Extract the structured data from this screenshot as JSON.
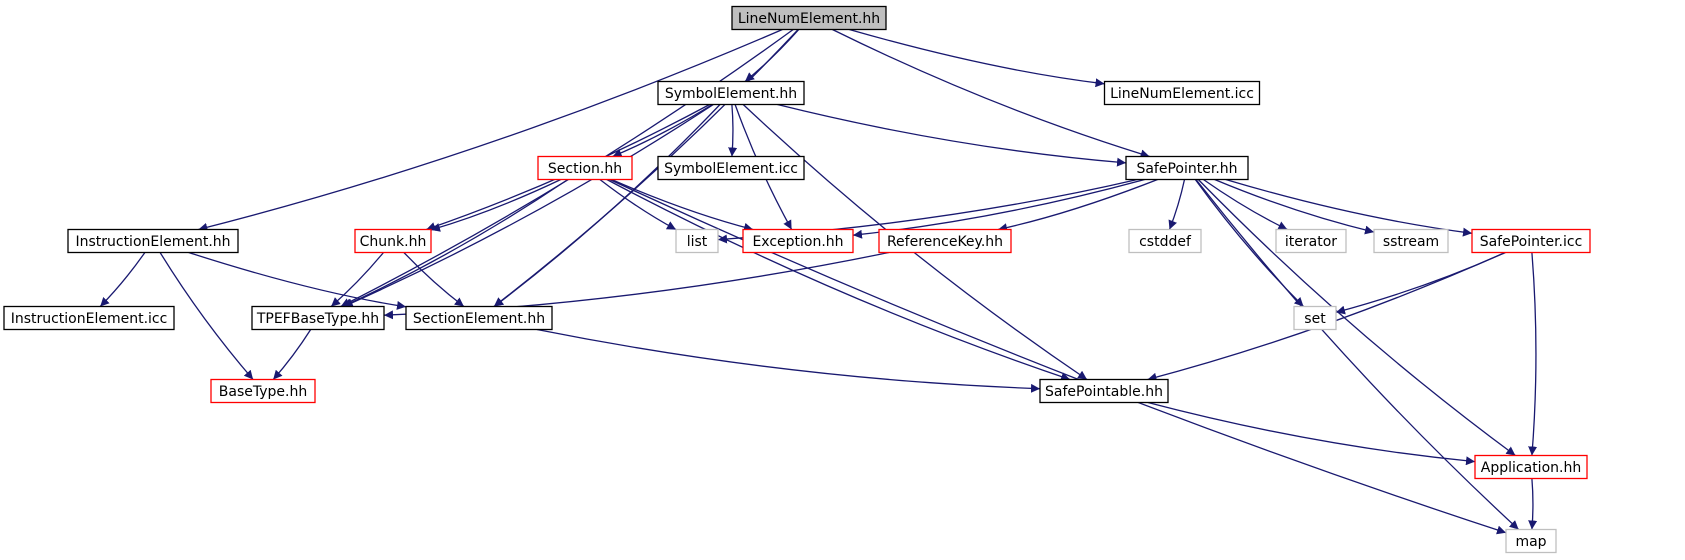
{
  "diagram": {
    "type": "include-dependency-graph",
    "colors": {
      "edge": "#191970",
      "root_fill": "#bfbfbf",
      "root_border": "#000000",
      "default_border": "#000000",
      "truncated_border": "#ff0000",
      "external_border": "#bfbfbf",
      "external_text": "#000000",
      "background": "#ffffff"
    },
    "nodes": [
      {
        "id": "linenum_hh",
        "label": "LineNumElement.hh",
        "style": "root"
      },
      {
        "id": "symbol_hh",
        "label": "SymbolElement.hh",
        "style": "default"
      },
      {
        "id": "linenum_icc",
        "label": "LineNumElement.icc",
        "style": "default"
      },
      {
        "id": "section_hh",
        "label": "Section.hh",
        "style": "truncated"
      },
      {
        "id": "symbol_icc",
        "label": "SymbolElement.icc",
        "style": "default"
      },
      {
        "id": "safepointer_hh",
        "label": "SafePointer.hh",
        "style": "default"
      },
      {
        "id": "instr_hh",
        "label": "InstructionElement.hh",
        "style": "default"
      },
      {
        "id": "chunk_hh",
        "label": "Chunk.hh",
        "style": "truncated"
      },
      {
        "id": "list",
        "label": "list",
        "style": "external"
      },
      {
        "id": "exception_hh",
        "label": "Exception.hh",
        "style": "truncated"
      },
      {
        "id": "refkey_hh",
        "label": "ReferenceKey.hh",
        "style": "truncated"
      },
      {
        "id": "cstddef",
        "label": "cstddef",
        "style": "external"
      },
      {
        "id": "iterator",
        "label": "iterator",
        "style": "external"
      },
      {
        "id": "sstream",
        "label": "sstream",
        "style": "external"
      },
      {
        "id": "safepointer_icc",
        "label": "SafePointer.icc",
        "style": "truncated"
      },
      {
        "id": "instr_icc",
        "label": "InstructionElement.icc",
        "style": "default"
      },
      {
        "id": "tpef_hh",
        "label": "TPEFBaseType.hh",
        "style": "default"
      },
      {
        "id": "sectionelem_hh",
        "label": "SectionElement.hh",
        "style": "default"
      },
      {
        "id": "set",
        "label": "set",
        "style": "external"
      },
      {
        "id": "basetype_hh",
        "label": "BaseType.hh",
        "style": "truncated"
      },
      {
        "id": "safepointable_hh",
        "label": "SafePointable.hh",
        "style": "default"
      },
      {
        "id": "application_hh",
        "label": "Application.hh",
        "style": "truncated"
      },
      {
        "id": "map",
        "label": "map",
        "style": "external"
      }
    ],
    "edges": [
      {
        "from": "linenum_hh",
        "to": "symbol_hh"
      },
      {
        "from": "linenum_hh",
        "to": "linenum_icc"
      },
      {
        "from": "linenum_hh",
        "to": "safepointer_hh"
      },
      {
        "from": "linenum_hh",
        "to": "instr_hh"
      },
      {
        "from": "linenum_hh",
        "to": "tpef_hh"
      },
      {
        "from": "linenum_hh",
        "to": "sectionelem_hh"
      },
      {
        "from": "symbol_hh",
        "to": "section_hh"
      },
      {
        "from": "symbol_hh",
        "to": "symbol_icc"
      },
      {
        "from": "symbol_hh",
        "to": "safepointer_hh"
      },
      {
        "from": "symbol_hh",
        "to": "chunk_hh"
      },
      {
        "from": "symbol_hh",
        "to": "tpef_hh"
      },
      {
        "from": "symbol_hh",
        "to": "sectionelem_hh"
      },
      {
        "from": "symbol_hh",
        "to": "exception_hh"
      },
      {
        "from": "symbol_hh",
        "to": "safepointable_hh"
      },
      {
        "from": "section_hh",
        "to": "chunk_hh"
      },
      {
        "from": "section_hh",
        "to": "list"
      },
      {
        "from": "section_hh",
        "to": "exception_hh"
      },
      {
        "from": "section_hh",
        "to": "tpef_hh"
      },
      {
        "from": "section_hh",
        "to": "safepointable_hh"
      },
      {
        "from": "section_hh",
        "to": "map"
      },
      {
        "from": "safepointer_hh",
        "to": "list"
      },
      {
        "from": "safepointer_hh",
        "to": "exception_hh"
      },
      {
        "from": "safepointer_hh",
        "to": "refkey_hh"
      },
      {
        "from": "safepointer_hh",
        "to": "cstddef"
      },
      {
        "from": "safepointer_hh",
        "to": "iterator"
      },
      {
        "from": "safepointer_hh",
        "to": "sstream"
      },
      {
        "from": "safepointer_hh",
        "to": "safepointer_icc"
      },
      {
        "from": "safepointer_hh",
        "to": "set"
      },
      {
        "from": "safepointer_hh",
        "to": "application_hh"
      },
      {
        "from": "safepointer_hh",
        "to": "map"
      },
      {
        "from": "instr_hh",
        "to": "instr_icc"
      },
      {
        "from": "instr_hh",
        "to": "basetype_hh"
      },
      {
        "from": "instr_hh",
        "to": "sectionelem_hh"
      },
      {
        "from": "chunk_hh",
        "to": "tpef_hh"
      },
      {
        "from": "chunk_hh",
        "to": "sectionelem_hh"
      },
      {
        "from": "refkey_hh",
        "to": "tpef_hh"
      },
      {
        "from": "safepointer_icc",
        "to": "set"
      },
      {
        "from": "safepointer_icc",
        "to": "safepointable_hh"
      },
      {
        "from": "safepointer_icc",
        "to": "application_hh"
      },
      {
        "from": "tpef_hh",
        "to": "basetype_hh"
      },
      {
        "from": "sectionelem_hh",
        "to": "safepointable_hh"
      },
      {
        "from": "safepointable_hh",
        "to": "application_hh"
      },
      {
        "from": "application_hh",
        "to": "map"
      }
    ]
  }
}
